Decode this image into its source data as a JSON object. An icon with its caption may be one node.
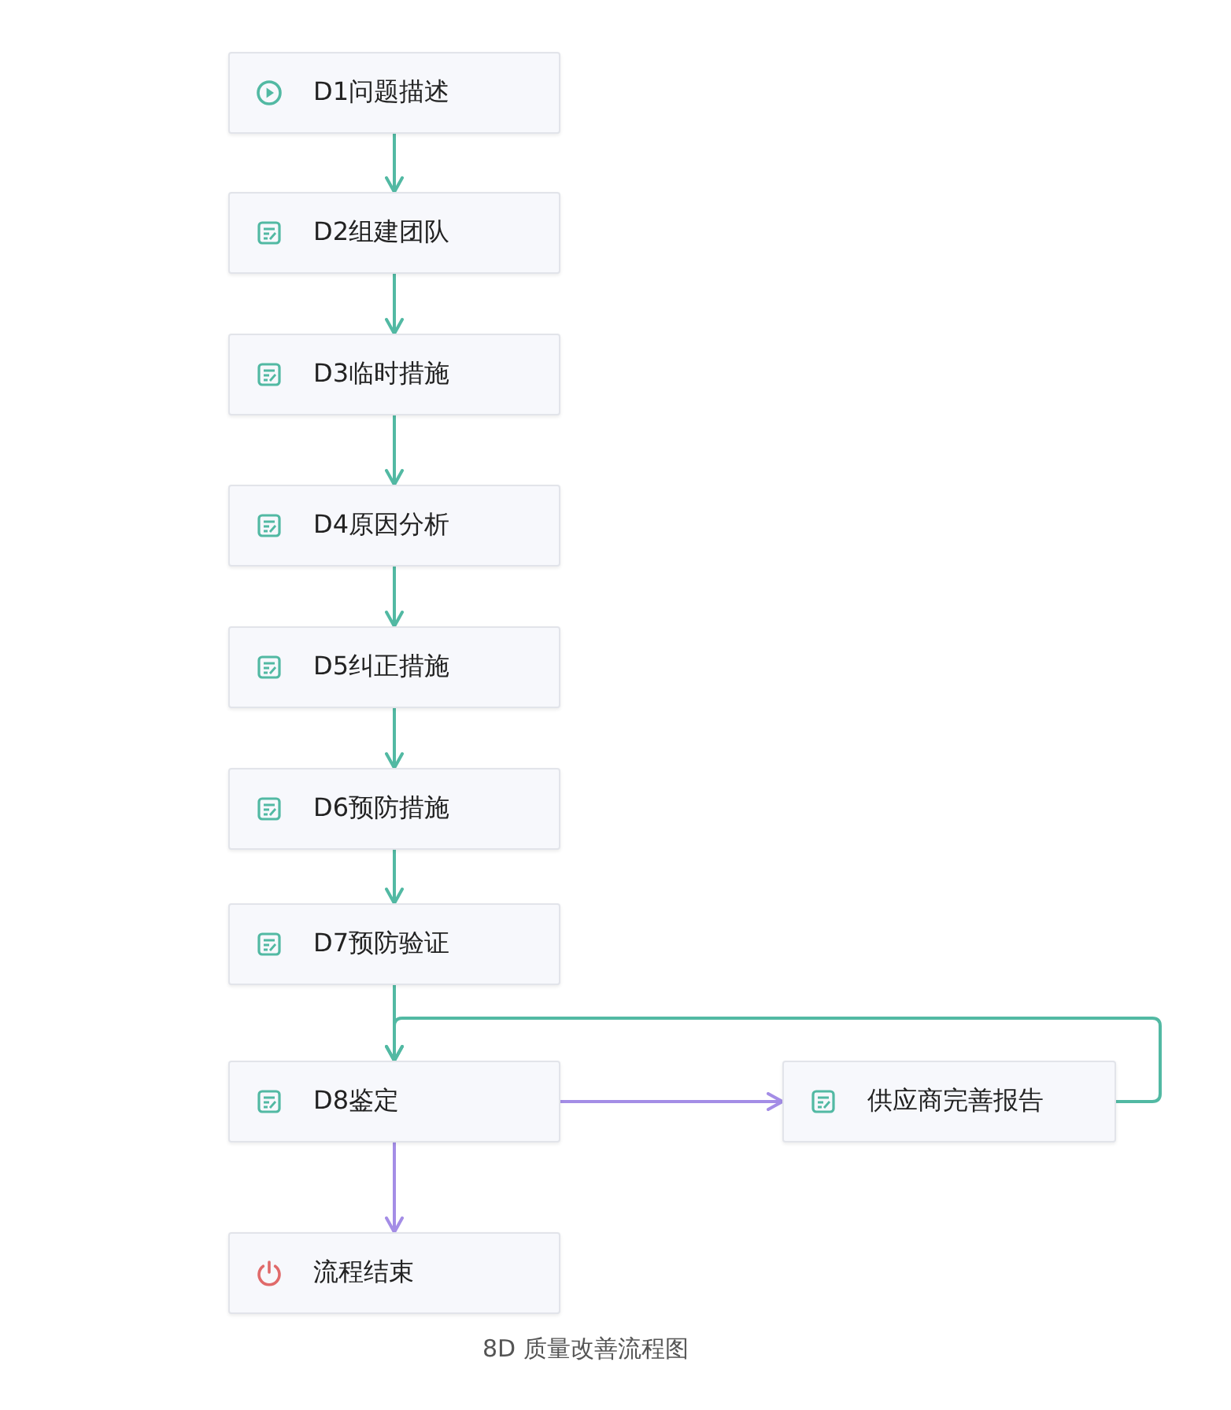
{
  "diagram": {
    "caption": "8D 质量改善流程图",
    "nodes": [
      {
        "text": [
          "D1问题描述"
        ]
      },
      {
        "text": [
          "D2组建团队"
        ]
      },
      {
        "text": [
          "D3临时措施"
        ]
      },
      {
        "text": [
          "D4原因分析"
        ]
      },
      {
        "text": [
          "D5纠正措施"
        ]
      },
      {
        "text": [
          "D6预防措施"
        ]
      },
      {
        "text": [
          "D7预防验证"
        ]
      },
      {
        "text": [
          "D8鉴定"
        ]
      },
      {
        "text": [
          "供应商完善报告"
        ]
      },
      {
        "text": [
          "流程结束"
        ]
      }
    ],
    "edges": [
      {
        "from": 0,
        "to": 1,
        "arrow": "to"
      },
      {
        "from": 1,
        "to": 2,
        "arrow": "to"
      },
      {
        "from": 2,
        "to": 3,
        "arrow": "to"
      },
      {
        "from": 3,
        "to": 4,
        "arrow": "to"
      },
      {
        "from": 4,
        "to": 5,
        "arrow": "to"
      },
      {
        "from": 5,
        "to": 6,
        "arrow": "to"
      },
      {
        "from": 6,
        "to": 7,
        "arrow": "to"
      },
      {
        "from": 7,
        "to": 8,
        "arrow": "to",
        "color": "#a48de6"
      },
      {
        "from": 8,
        "to": 7,
        "arrow": "to"
      },
      {
        "from": 7,
        "to": 9,
        "arrow": "to",
        "color": "#a48de6"
      }
    ]
  }
}
